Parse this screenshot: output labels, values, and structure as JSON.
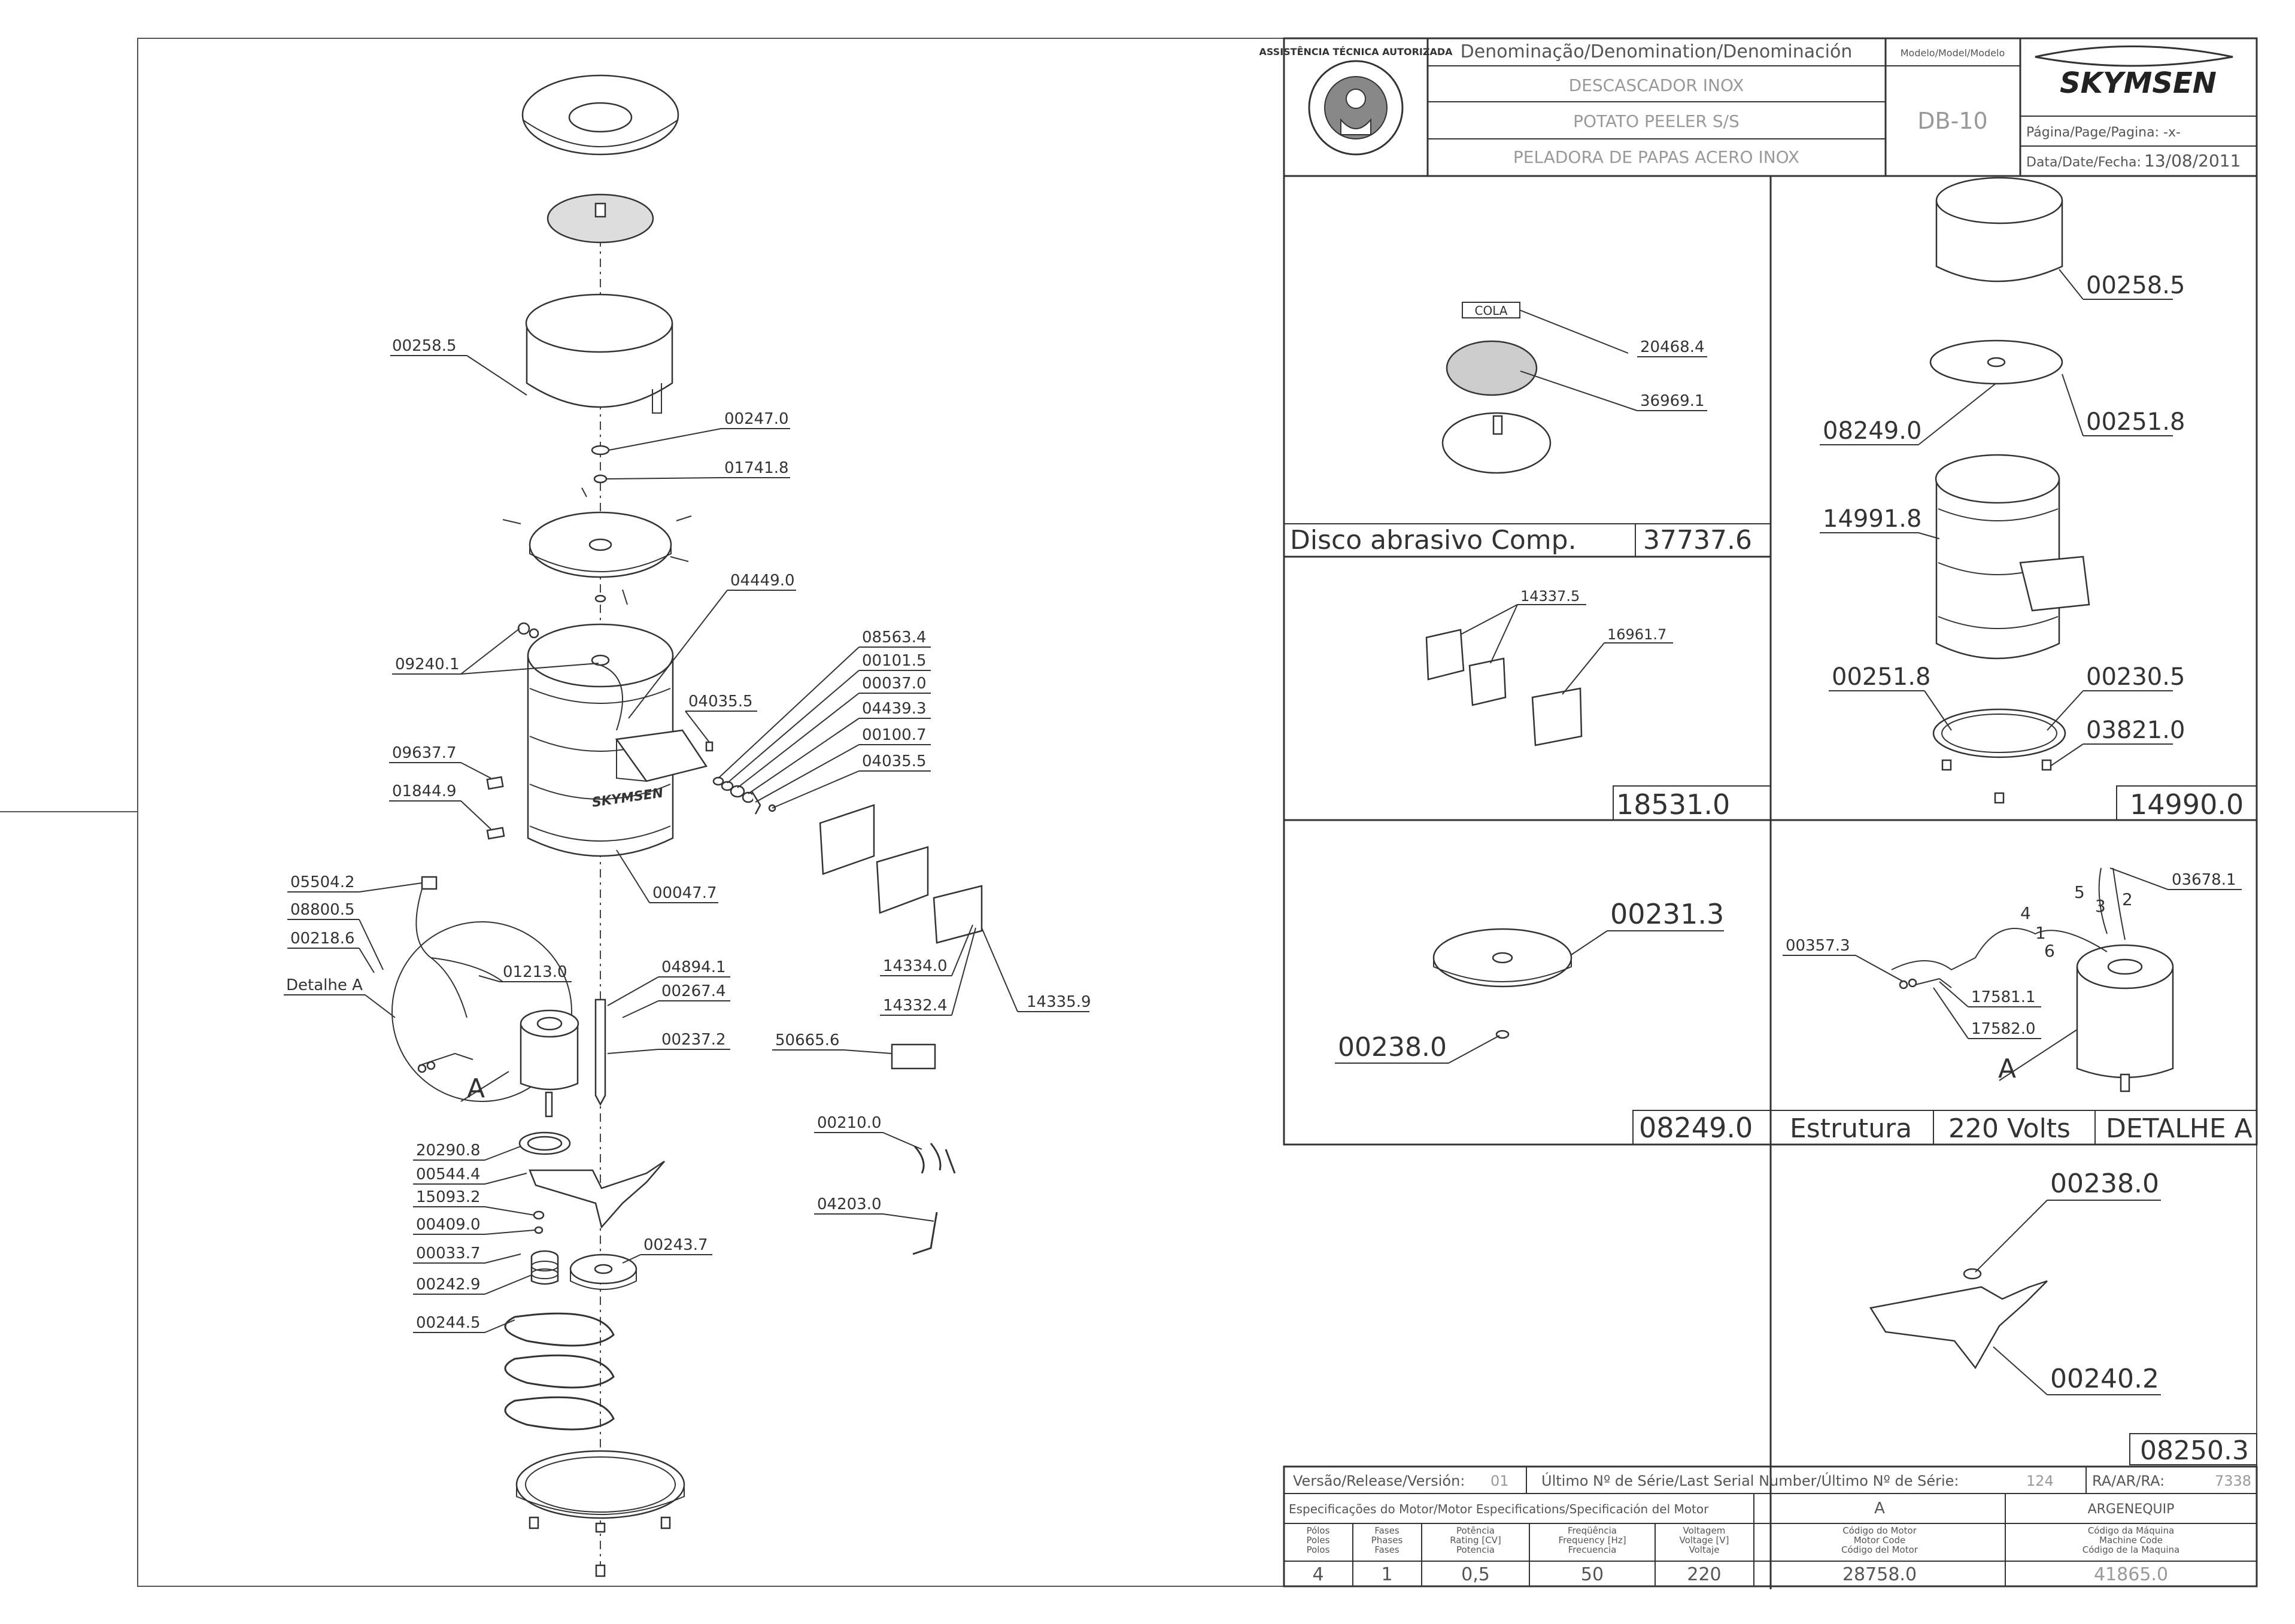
{
  "title_block": {
    "denomination_header": "Denominação/Denomination/Denominación",
    "model_header": "Modelo/Model/Modelo",
    "name_pt": "DESCASCADOR INOX",
    "name_en": "POTATO PEELER S/S",
    "name_es": "PELADORA DE PAPAS ACERO INOX",
    "model": "DB-10",
    "brand": "SKYMSEN",
    "seal_text": "ASSISTÊNCIA TÉCNICA AUTORIZADA",
    "page_label": "Página/Page/Pagina: -x-",
    "date_label": "Data/Date/Fecha:",
    "date": "13/08/2011"
  },
  "main_callouts": [
    "00258.5",
    "00247.0",
    "01741.8",
    "04449.0",
    "09240.1",
    "08563.4",
    "00101.5",
    "00037.0",
    "04439.3",
    "00100.7",
    "04035.5",
    "04035.5",
    "09637.7",
    "01844.9",
    "00047.7",
    "05504.2",
    "08800.5",
    "00218.6",
    "Detalhe A",
    "01213.0",
    "04894.1",
    "00267.4",
    "00237.2",
    "14334.0",
    "14332.4",
    "14335.9",
    "50665.6",
    "00210.0",
    "04203.0",
    "20290.8",
    "00544.4",
    "15093.2",
    "00409.0",
    "00033.7",
    "00242.9",
    "00243.7",
    "00244.5",
    "A"
  ],
  "boxes": {
    "disco": {
      "labels": [
        "COLA",
        "20468.4",
        "36969.1"
      ],
      "name": "Disco abrasivo Comp.",
      "code": "37737.6"
    },
    "kit": {
      "labels": [
        "14337.5",
        "16961.7"
      ],
      "code": "18531.0"
    },
    "estrutura": {
      "labels": [
        "00258.5",
        "08249.0",
        "00251.8",
        "14991.8",
        "00251.8",
        "00230.5",
        "03821.0"
      ],
      "code": "14990.0"
    },
    "prato": {
      "labels": [
        "00231.3",
        "00238.0"
      ],
      "code": "08249.0"
    },
    "detalhe": {
      "labels": [
        "03678.1",
        "00357.3",
        "17581.1",
        "17582.0",
        "A"
      ],
      "wire_numbers": [
        "5",
        "3",
        "2",
        "4",
        "1",
        "6"
      ]
    },
    "estrutura_label": "Estrutura",
    "volts_label": "220 Volts",
    "detalhe_label": "DETALHE A",
    "agitator": {
      "labels": [
        "00238.0",
        "00240.2"
      ],
      "code": "08250.3"
    }
  },
  "bottom_table": {
    "version_label": "Versão/Release/Versión:",
    "version": "01",
    "serial_label": "Último Nº de Série/Last Serial Number/Último Nº de Série:",
    "serial": "124",
    "ra_label": "RA/AR/RA:",
    "ra": "7338",
    "motor_spec_label": "Especificações do Motor/Motor Especifications/Specificación del Motor",
    "motor_brand": "A",
    "manufacturer": "ARGENEQUIP",
    "headers": [
      "Pólos\nPoles\nPolos",
      "Fases\nPhases\nFases",
      "Potência\nRating [CV]\nPotencia",
      "Freqüência\nFrequency [Hz]\nFrecuencia",
      "Voltagem\nVoltage [V]\nVoltaje",
      "Código do Motor\nMotor Code\nCódigo del Motor",
      "Código da Máquina\nMachine Code\nCódigo de la Maquina"
    ],
    "values": [
      "4",
      "1",
      "0,5",
      "50",
      "220",
      "28758.0",
      "41865.0"
    ]
  }
}
